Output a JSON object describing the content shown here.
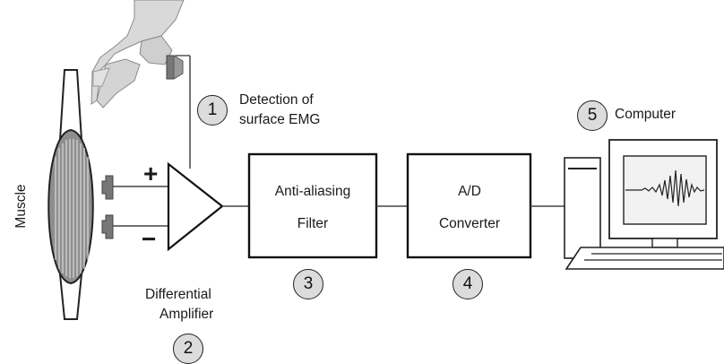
{
  "muscle_label": "Muscle",
  "plus_sign": "+",
  "minus_sign": "−",
  "steps": {
    "detection": {
      "num": "1",
      "line1": "Detection of",
      "line2": "surface EMG"
    },
    "amplifier": {
      "num": "2",
      "line1": "Differential",
      "line2": "Amplifier"
    },
    "filter": {
      "num": "3",
      "line1": "Anti-aliasing",
      "line2": "Filter"
    },
    "converter": {
      "num": "4",
      "line1": "A/D",
      "line2": "Converter"
    },
    "computer": {
      "num": "5",
      "label": "Computer"
    }
  },
  "colors": {
    "circle_fill": "#dcdcdc",
    "line": "#333333",
    "muscle_fill": "#8e8e8e"
  }
}
